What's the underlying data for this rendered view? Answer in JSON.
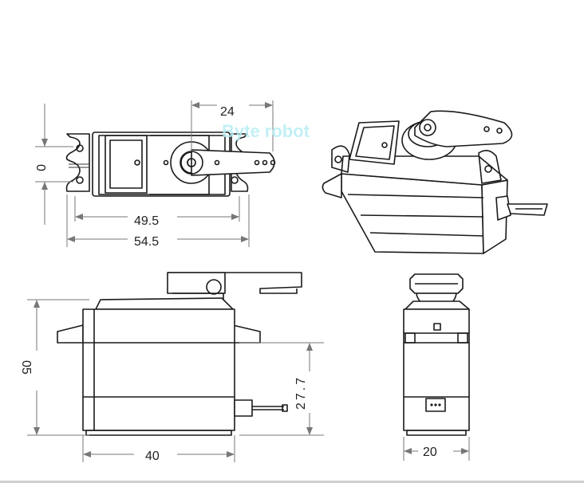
{
  "watermark": "Byte robot",
  "dimensions": {
    "top_arm_width": "24",
    "top_height": "0",
    "top_inner_length": "49.5",
    "top_outer_length": "54.5",
    "front_height": "05",
    "front_wire_height": "27.7",
    "front_width": "40",
    "side_width": "20"
  },
  "colors": {
    "line": "#1a1a1a",
    "dimension": "#777777",
    "watermark": "#b8eef4"
  }
}
